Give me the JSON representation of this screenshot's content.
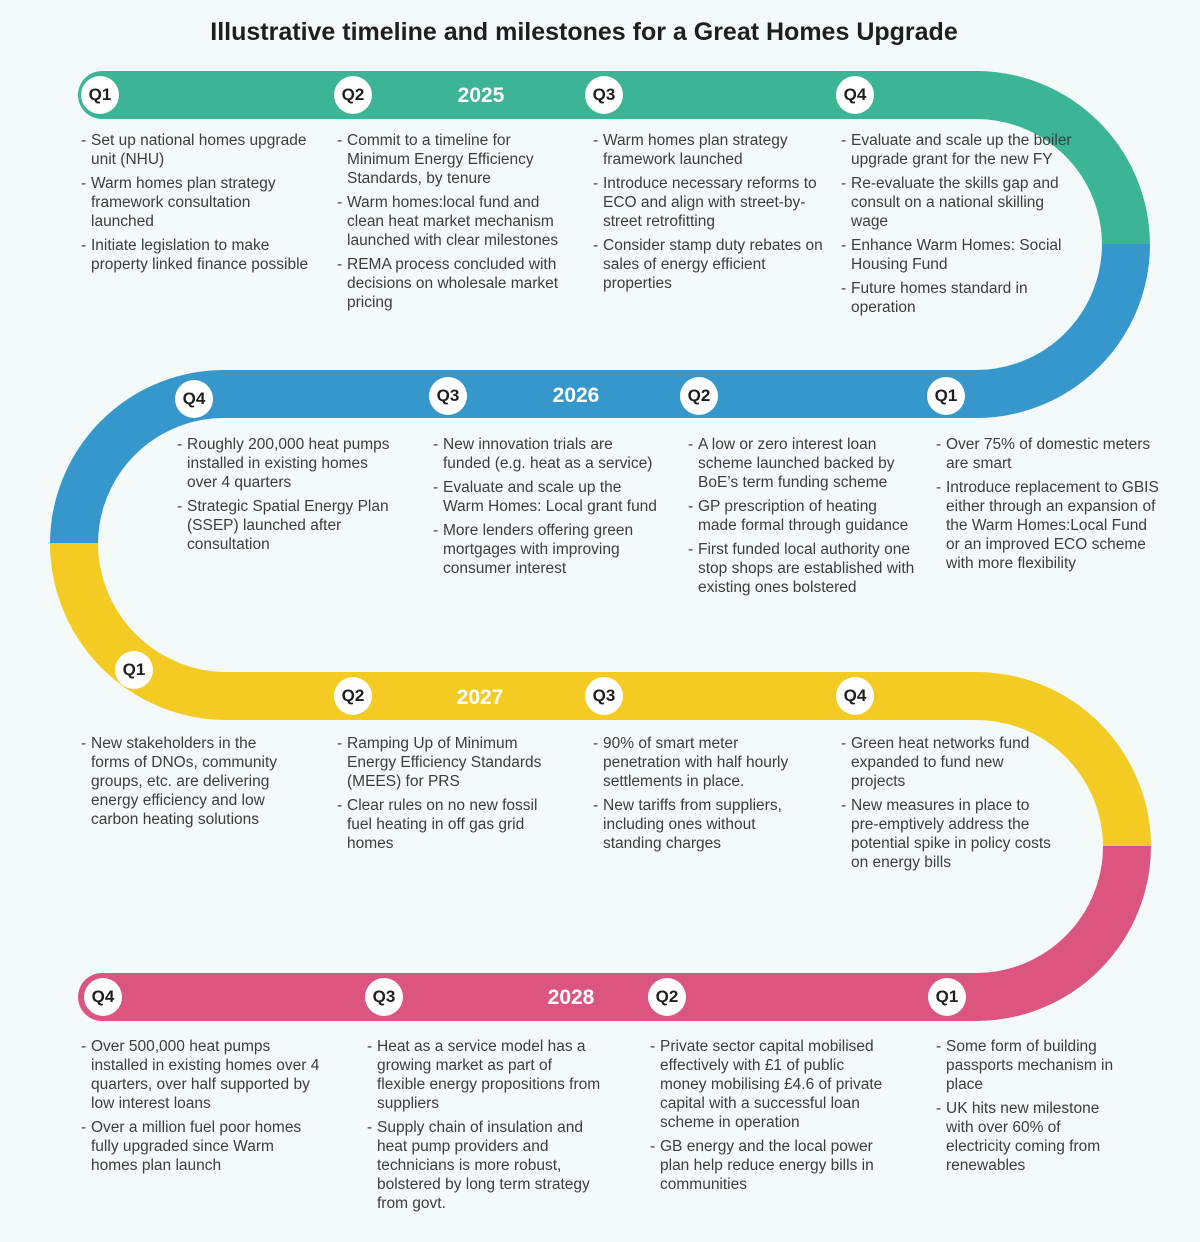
{
  "title": "Illustrative timeline and milestones for a Great Homes Upgrade",
  "colors": {
    "green": "#3bb596",
    "blue": "#3597cc",
    "yellow": "#f3cb23",
    "pink": "#db5580"
  },
  "rows": [
    {
      "year": "2025",
      "quarters": [
        "Q1",
        "Q2",
        "Q3",
        "Q4"
      ],
      "columns": [
        [
          "Set up national homes upgrade unit (NHU)",
          "Warm homes plan strategy framework consultation launched",
          "Initiate legislation to make property linked finance possible"
        ],
        [
          "Commit to a timeline for Minimum Energy Efficiency Standards, by tenure",
          "Warm homes:local fund and clean heat market mechanism launched with clear milestones",
          "REMA process concluded with decisions on wholesale market pricing"
        ],
        [
          "Warm homes plan strategy framework launched",
          "Introduce necessary reforms to ECO and align with street-by-street retrofitting",
          "Consider stamp duty rebates on sales of energy efficient properties"
        ],
        [
          "Evaluate and scale up the boiler upgrade grant for the new FY",
          "Re-evaluate the skills gap and consult on a national skilling wage",
          "Enhance Warm Homes: Social Housing Fund",
          "Future homes standard in operation"
        ]
      ]
    },
    {
      "year": "2026",
      "quarters": [
        "Q4",
        "Q3",
        "Q2",
        "Q1"
      ],
      "columns": [
        [
          "Roughly 200,000 heat pumps installed in existing homes over 4 quarters",
          "Strategic Spatial Energy Plan (SSEP) launched after consultation"
        ],
        [
          "New innovation trials are funded (e.g. heat as a service)",
          "Evaluate and scale up the Warm Homes: Local grant fund",
          "More lenders offering green mortgages with improving consumer interest"
        ],
        [
          "A low or zero interest loan scheme launched backed by BoE’s term funding scheme",
          "GP prescription of heating made formal through guidance",
          "First funded local authority one stop shops are established with existing ones bolstered"
        ],
        [
          "Over 75% of domestic meters are smart",
          "Introduce replacement to GBIS either through an expansion of the Warm Homes:Local Fund or an improved ECO scheme with more flexibility"
        ]
      ]
    },
    {
      "year": "2027",
      "quarters": [
        "Q1",
        "Q2",
        "Q3",
        "Q4"
      ],
      "columns": [
        [
          "New stakeholders in the forms of DNOs, community groups, etc. are delivering energy efficiency and low carbon heating solutions"
        ],
        [
          "Ramping Up of Minimum Energy Efficiency Standards (MEES) for PRS",
          "Clear rules on no new fossil fuel heating in off gas grid homes"
        ],
        [
          "90% of smart meter penetration with half hourly settlements in place.",
          "New tariffs from suppliers, including ones without standing charges"
        ],
        [
          "Green heat networks fund expanded to fund new projects",
          "New measures in place to pre-emptively address the potential spike in policy costs on energy bills"
        ]
      ]
    },
    {
      "year": "2028",
      "quarters": [
        "Q4",
        "Q3",
        "Q2",
        "Q1"
      ],
      "columns": [
        [
          "Over 500,000 heat pumps installed in existing homes over 4 quarters, over half supported by low interest loans",
          "Over a million fuel poor homes fully upgraded since Warm homes plan launch"
        ],
        [
          "Heat as a service model has a growing market as part of flexible energy propositions from suppliers",
          "Supply chain of insulation and heat pump providers and technicians is more robust, bolstered by long term strategy from govt."
        ],
        [
          "Private sector capital mobilised effectively with £1 of public money mobilising £4.6 of private capital with a successful loan scheme in operation",
          "GB energy and the local power plan help reduce energy bills in communities"
        ],
        [
          "Some form of building passports mechanism in place",
          "UK hits new milestone with over 60% of electricity coming from renewables"
        ]
      ]
    }
  ]
}
